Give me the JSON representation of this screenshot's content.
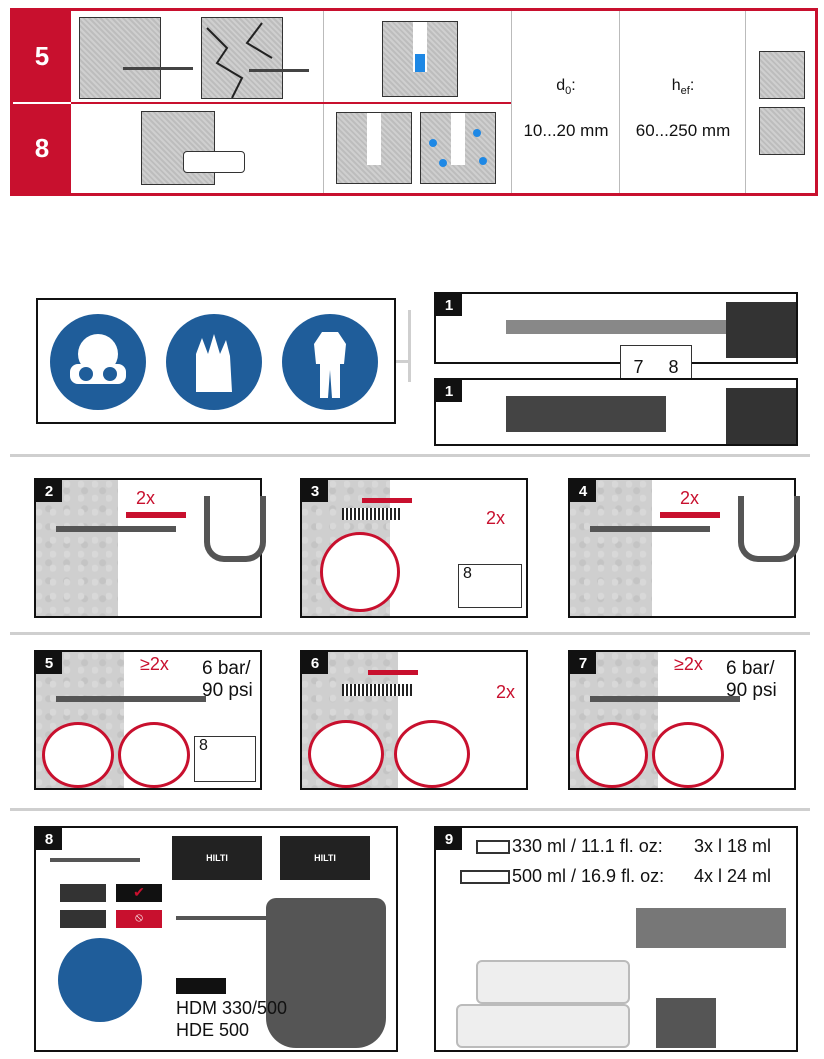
{
  "colors": {
    "accent": "#c8102e",
    "blue": "#1f5d9a"
  },
  "header": {
    "row1_label": "5",
    "row2_label": "8",
    "d0_label": "d",
    "d0_sub": "0",
    "d0_colon": ":",
    "d0_value": "10...20 mm",
    "hef_label": "h",
    "hef_sub": "ef",
    "hef_colon": ":",
    "hef_value": "60...250 mm"
  },
  "ppe": {
    "icons": [
      "safety-glasses-icon",
      "gloves-icon",
      "coverall-icon"
    ]
  },
  "steps": {
    "s1a": "1",
    "s1b": "1",
    "book_left": "7",
    "book_right": "8",
    "s2": "2",
    "s2_count": "2x",
    "s3": "3",
    "s3_count": "2x",
    "s3_book": "8",
    "s4": "4",
    "s4_count": "2x",
    "s5": "5",
    "s5_count": "≥2x",
    "s5_pressure_1": "6 bar/",
    "s5_pressure_2": "90 psi",
    "s5_book": "8",
    "s6": "6",
    "s6_count": "2x",
    "s7": "7",
    "s7_count": "≥2x",
    "s7_pressure_1": "6 bar/",
    "s7_pressure_2": "90 psi",
    "s8": "8",
    "s8_tool_1": "HDM 330/500",
    "s8_tool_2": "HDE 500",
    "brand": "HILTI",
    "s9": "9",
    "s9_row1_vol": "330 ml / 11.1 fl. oz:",
    "s9_row1_rate": "3x l 18 ml",
    "s9_row2_vol": "500 ml / 16.9 fl. oz:",
    "s9_row2_rate": "4x l 24 ml"
  }
}
